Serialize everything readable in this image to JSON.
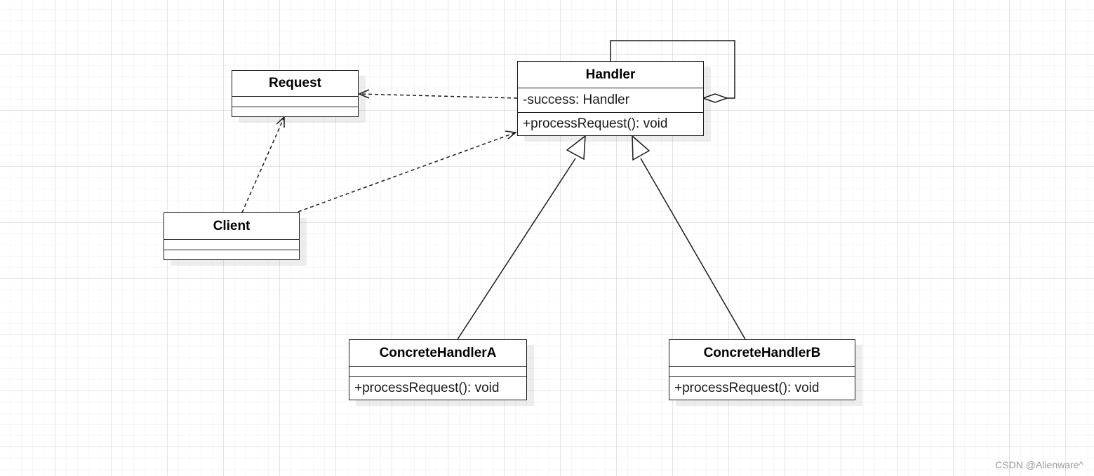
{
  "classes": {
    "request": {
      "name": "Request",
      "attributes": "",
      "methods": ""
    },
    "handler": {
      "name": "Handler",
      "attributes": "-success: Handler",
      "methods": "+processRequest(): void"
    },
    "client": {
      "name": "Client",
      "attributes": "",
      "methods": ""
    },
    "concrete_a": {
      "name": "ConcreteHandlerA",
      "attributes": "",
      "methods": "+processRequest(): void"
    },
    "concrete_b": {
      "name": "ConcreteHandlerB",
      "attributes": "",
      "methods": "+processRequest(): void"
    }
  },
  "relationships": [
    {
      "from": "Handler",
      "to": "Request",
      "kind": "dependency"
    },
    {
      "from": "Client",
      "to": "Request",
      "kind": "dependency"
    },
    {
      "from": "Client",
      "to": "Handler",
      "kind": "dependency"
    },
    {
      "from": "ConcreteHandlerA",
      "to": "Handler",
      "kind": "generalization"
    },
    {
      "from": "ConcreteHandlerB",
      "to": "Handler",
      "kind": "generalization"
    },
    {
      "from": "Handler",
      "to": "Handler",
      "kind": "aggregation"
    }
  ],
  "watermark": "CSDN @Alienware^",
  "colors": {
    "line": "#1b1b1b",
    "grid": "#e6e6e6",
    "watermark": "#9a9a9a"
  }
}
